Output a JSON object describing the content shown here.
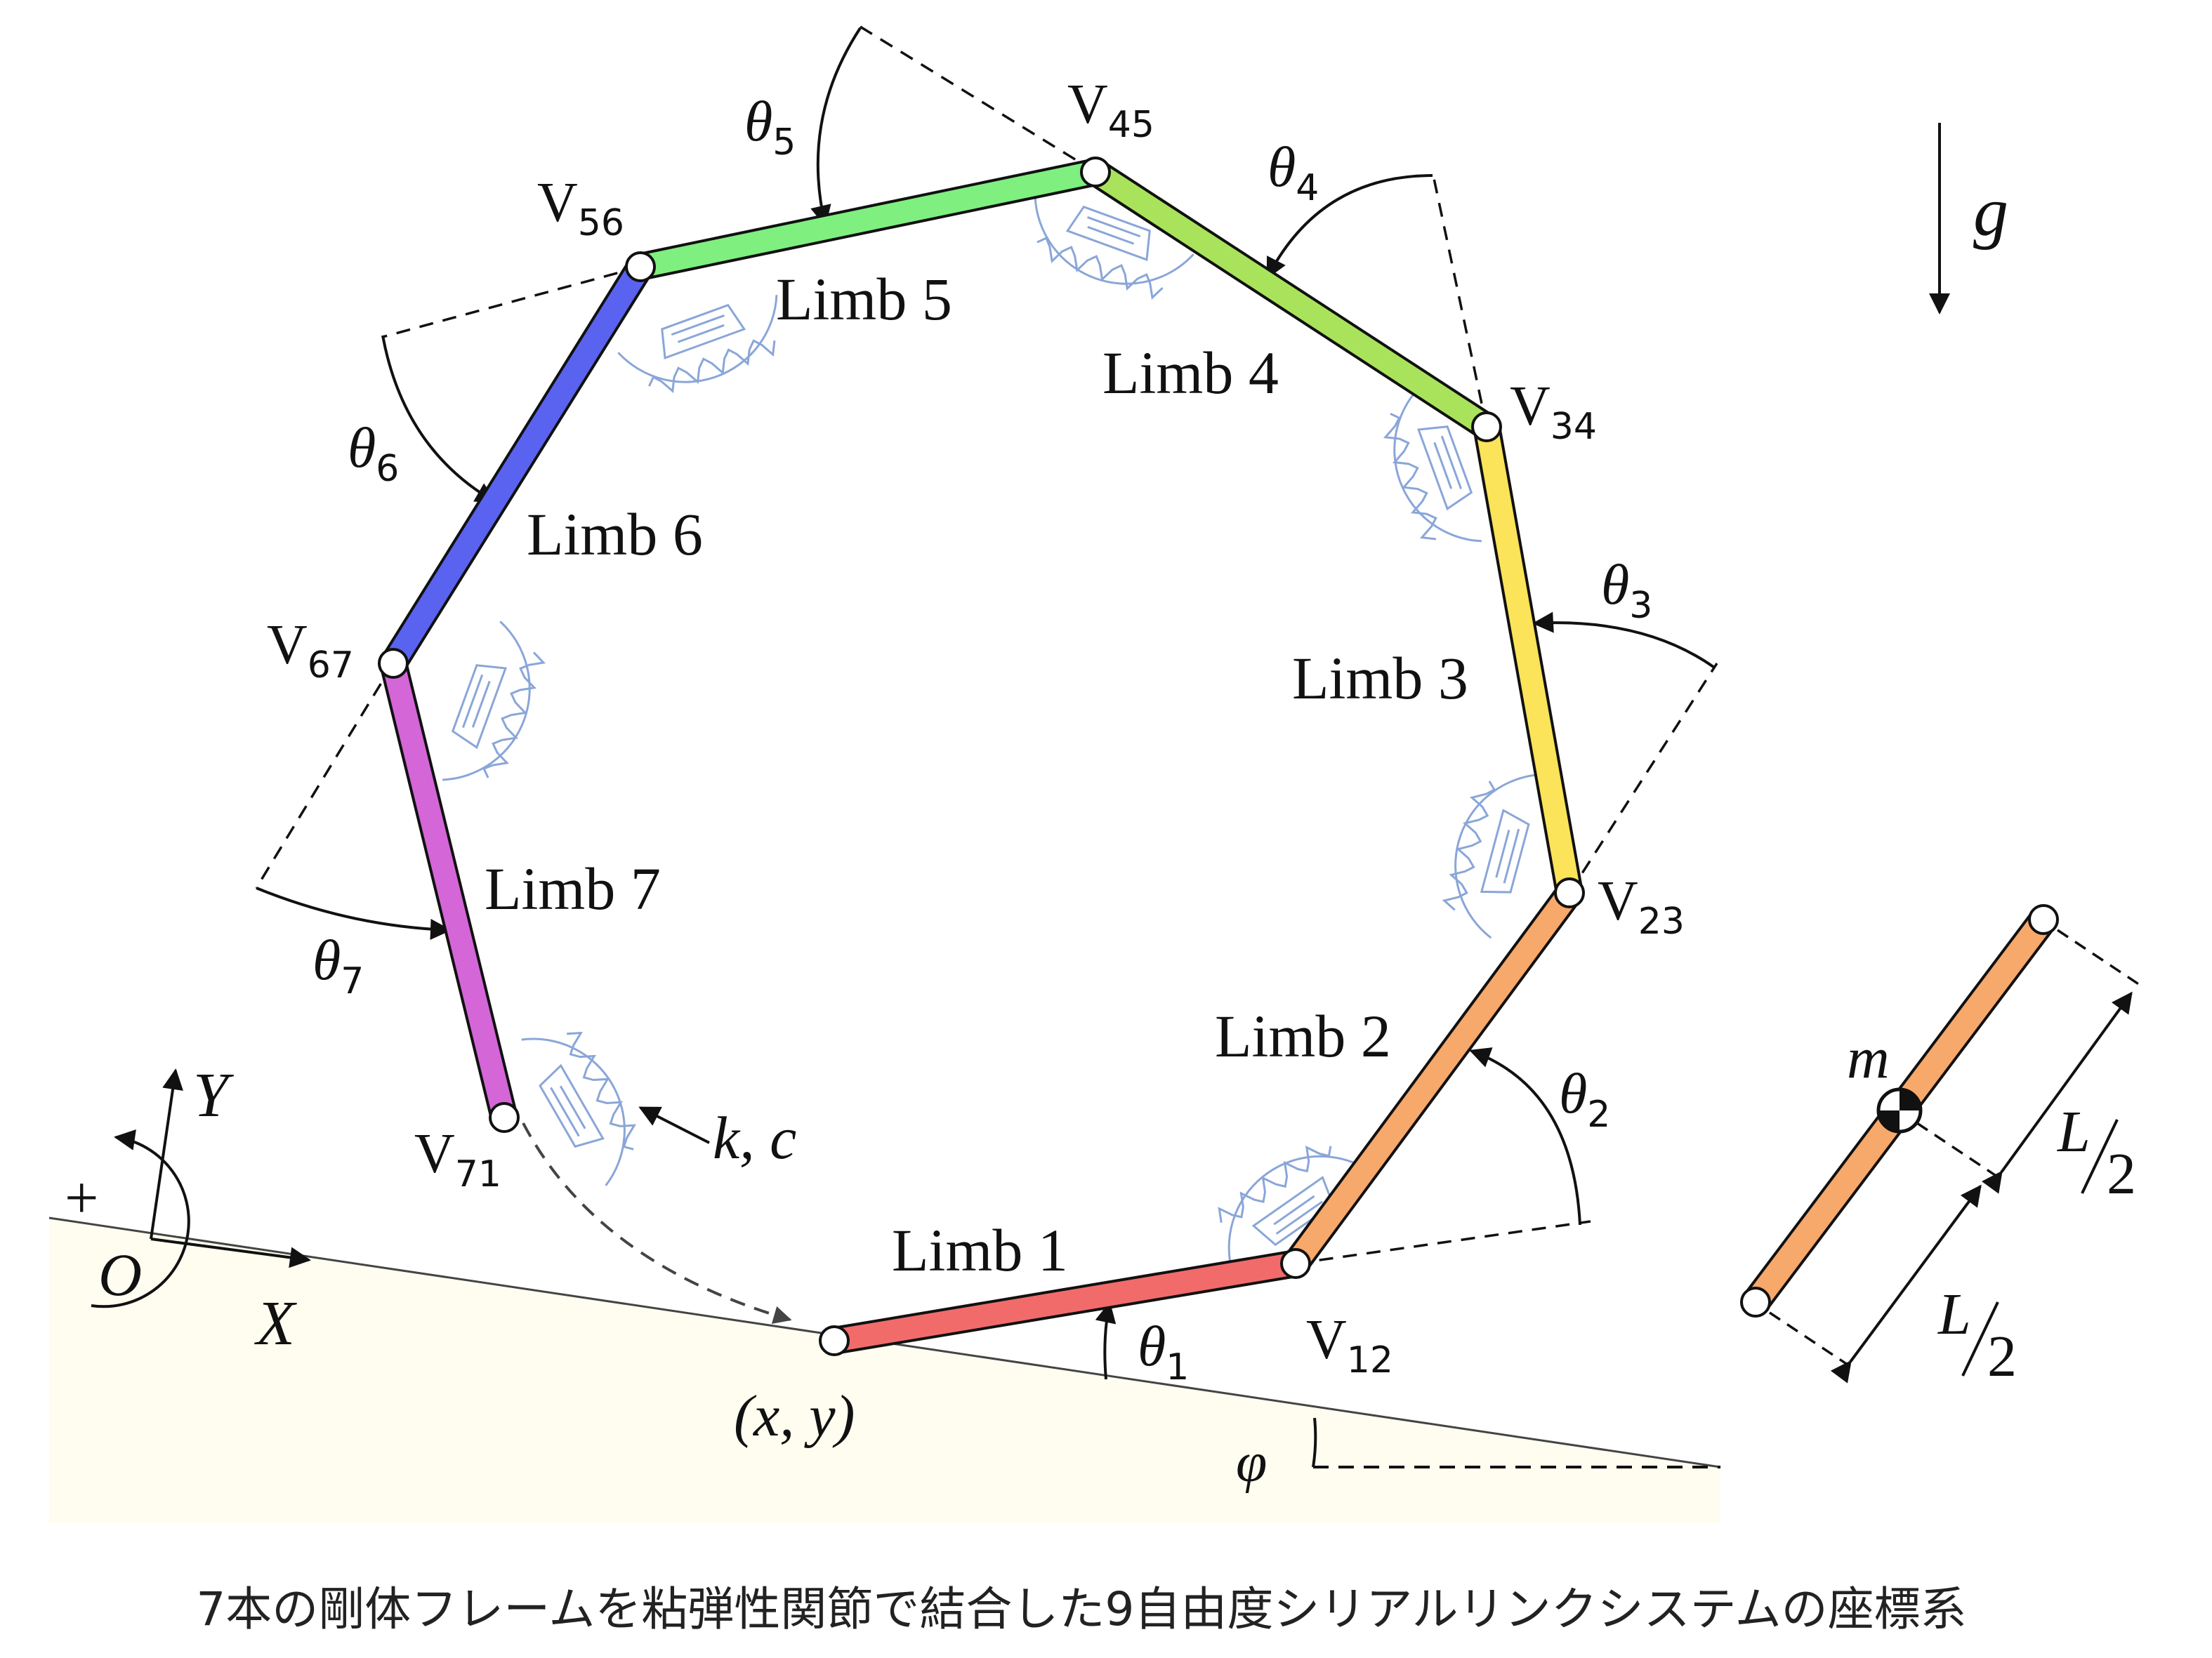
{
  "caption": "7本の剛体フレームを粘弾性関節で結合した9自由度シリアルリンクシステムの座標系",
  "gravity_label": "g",
  "origin": {
    "label": "O",
    "x_axis": "X",
    "y_axis": "Y",
    "rotation_sign": "+"
  },
  "base_point_label": "(x, y)",
  "slope_angle_label": "φ",
  "spring_damper_label": "k, c",
  "limbs": [
    {
      "label": "Limb 1",
      "color": "#f26b6b"
    },
    {
      "label": "Limb 2",
      "color": "#f7a86b"
    },
    {
      "label": "Limb 3",
      "color": "#fbe35a"
    },
    {
      "label": "Limb 4",
      "color": "#a9e35c"
    },
    {
      "label": "Limb 5",
      "color": "#7fef7f"
    },
    {
      "label": "Limb 6",
      "color": "#5a63ef"
    },
    {
      "label": "Limb 7",
      "color": "#d466d8"
    }
  ],
  "vertices": [
    {
      "main": "V",
      "sub": "12"
    },
    {
      "main": "V",
      "sub": "23"
    },
    {
      "main": "V",
      "sub": "34"
    },
    {
      "main": "V",
      "sub": "45"
    },
    {
      "main": "V",
      "sub": "56"
    },
    {
      "main": "V",
      "sub": "67"
    },
    {
      "main": "V",
      "sub": "71"
    }
  ],
  "angles": [
    {
      "main": "θ",
      "sub": "1"
    },
    {
      "main": "θ",
      "sub": "2"
    },
    {
      "main": "θ",
      "sub": "3"
    },
    {
      "main": "θ",
      "sub": "4"
    },
    {
      "main": "θ",
      "sub": "5"
    },
    {
      "main": "θ",
      "sub": "6"
    },
    {
      "main": "θ",
      "sub": "7"
    }
  ],
  "detail_link": {
    "mass_label": "m",
    "half_length_label": "L",
    "half_length_divisor": "2",
    "color": "#f7a86b"
  },
  "colors": {
    "ground": "#fefdf0",
    "joint_spring": "#8aa6d8"
  }
}
